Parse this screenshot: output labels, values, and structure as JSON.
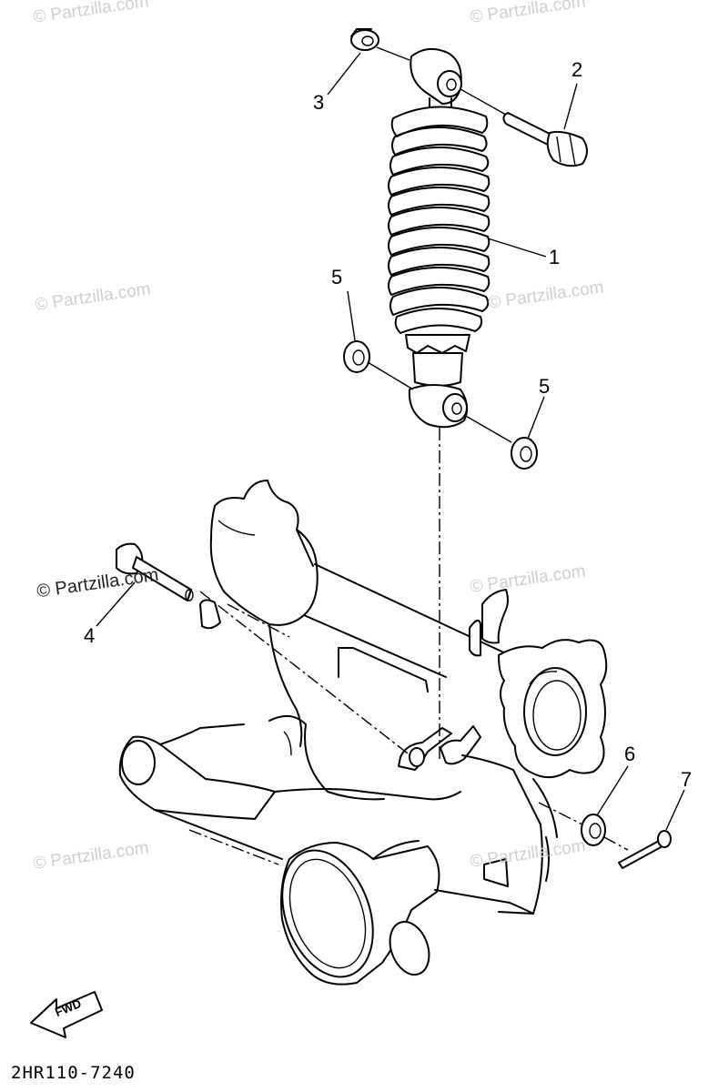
{
  "watermark": "© Partzilla.com",
  "callouts": {
    "c1": "1",
    "c2": "2",
    "c3": "3",
    "c4": "4",
    "c5a": "5",
    "c5b": "5",
    "c6": "6",
    "c7": "7"
  },
  "fwd_label": "FWD",
  "diagram_code": "2HR110-7240"
}
